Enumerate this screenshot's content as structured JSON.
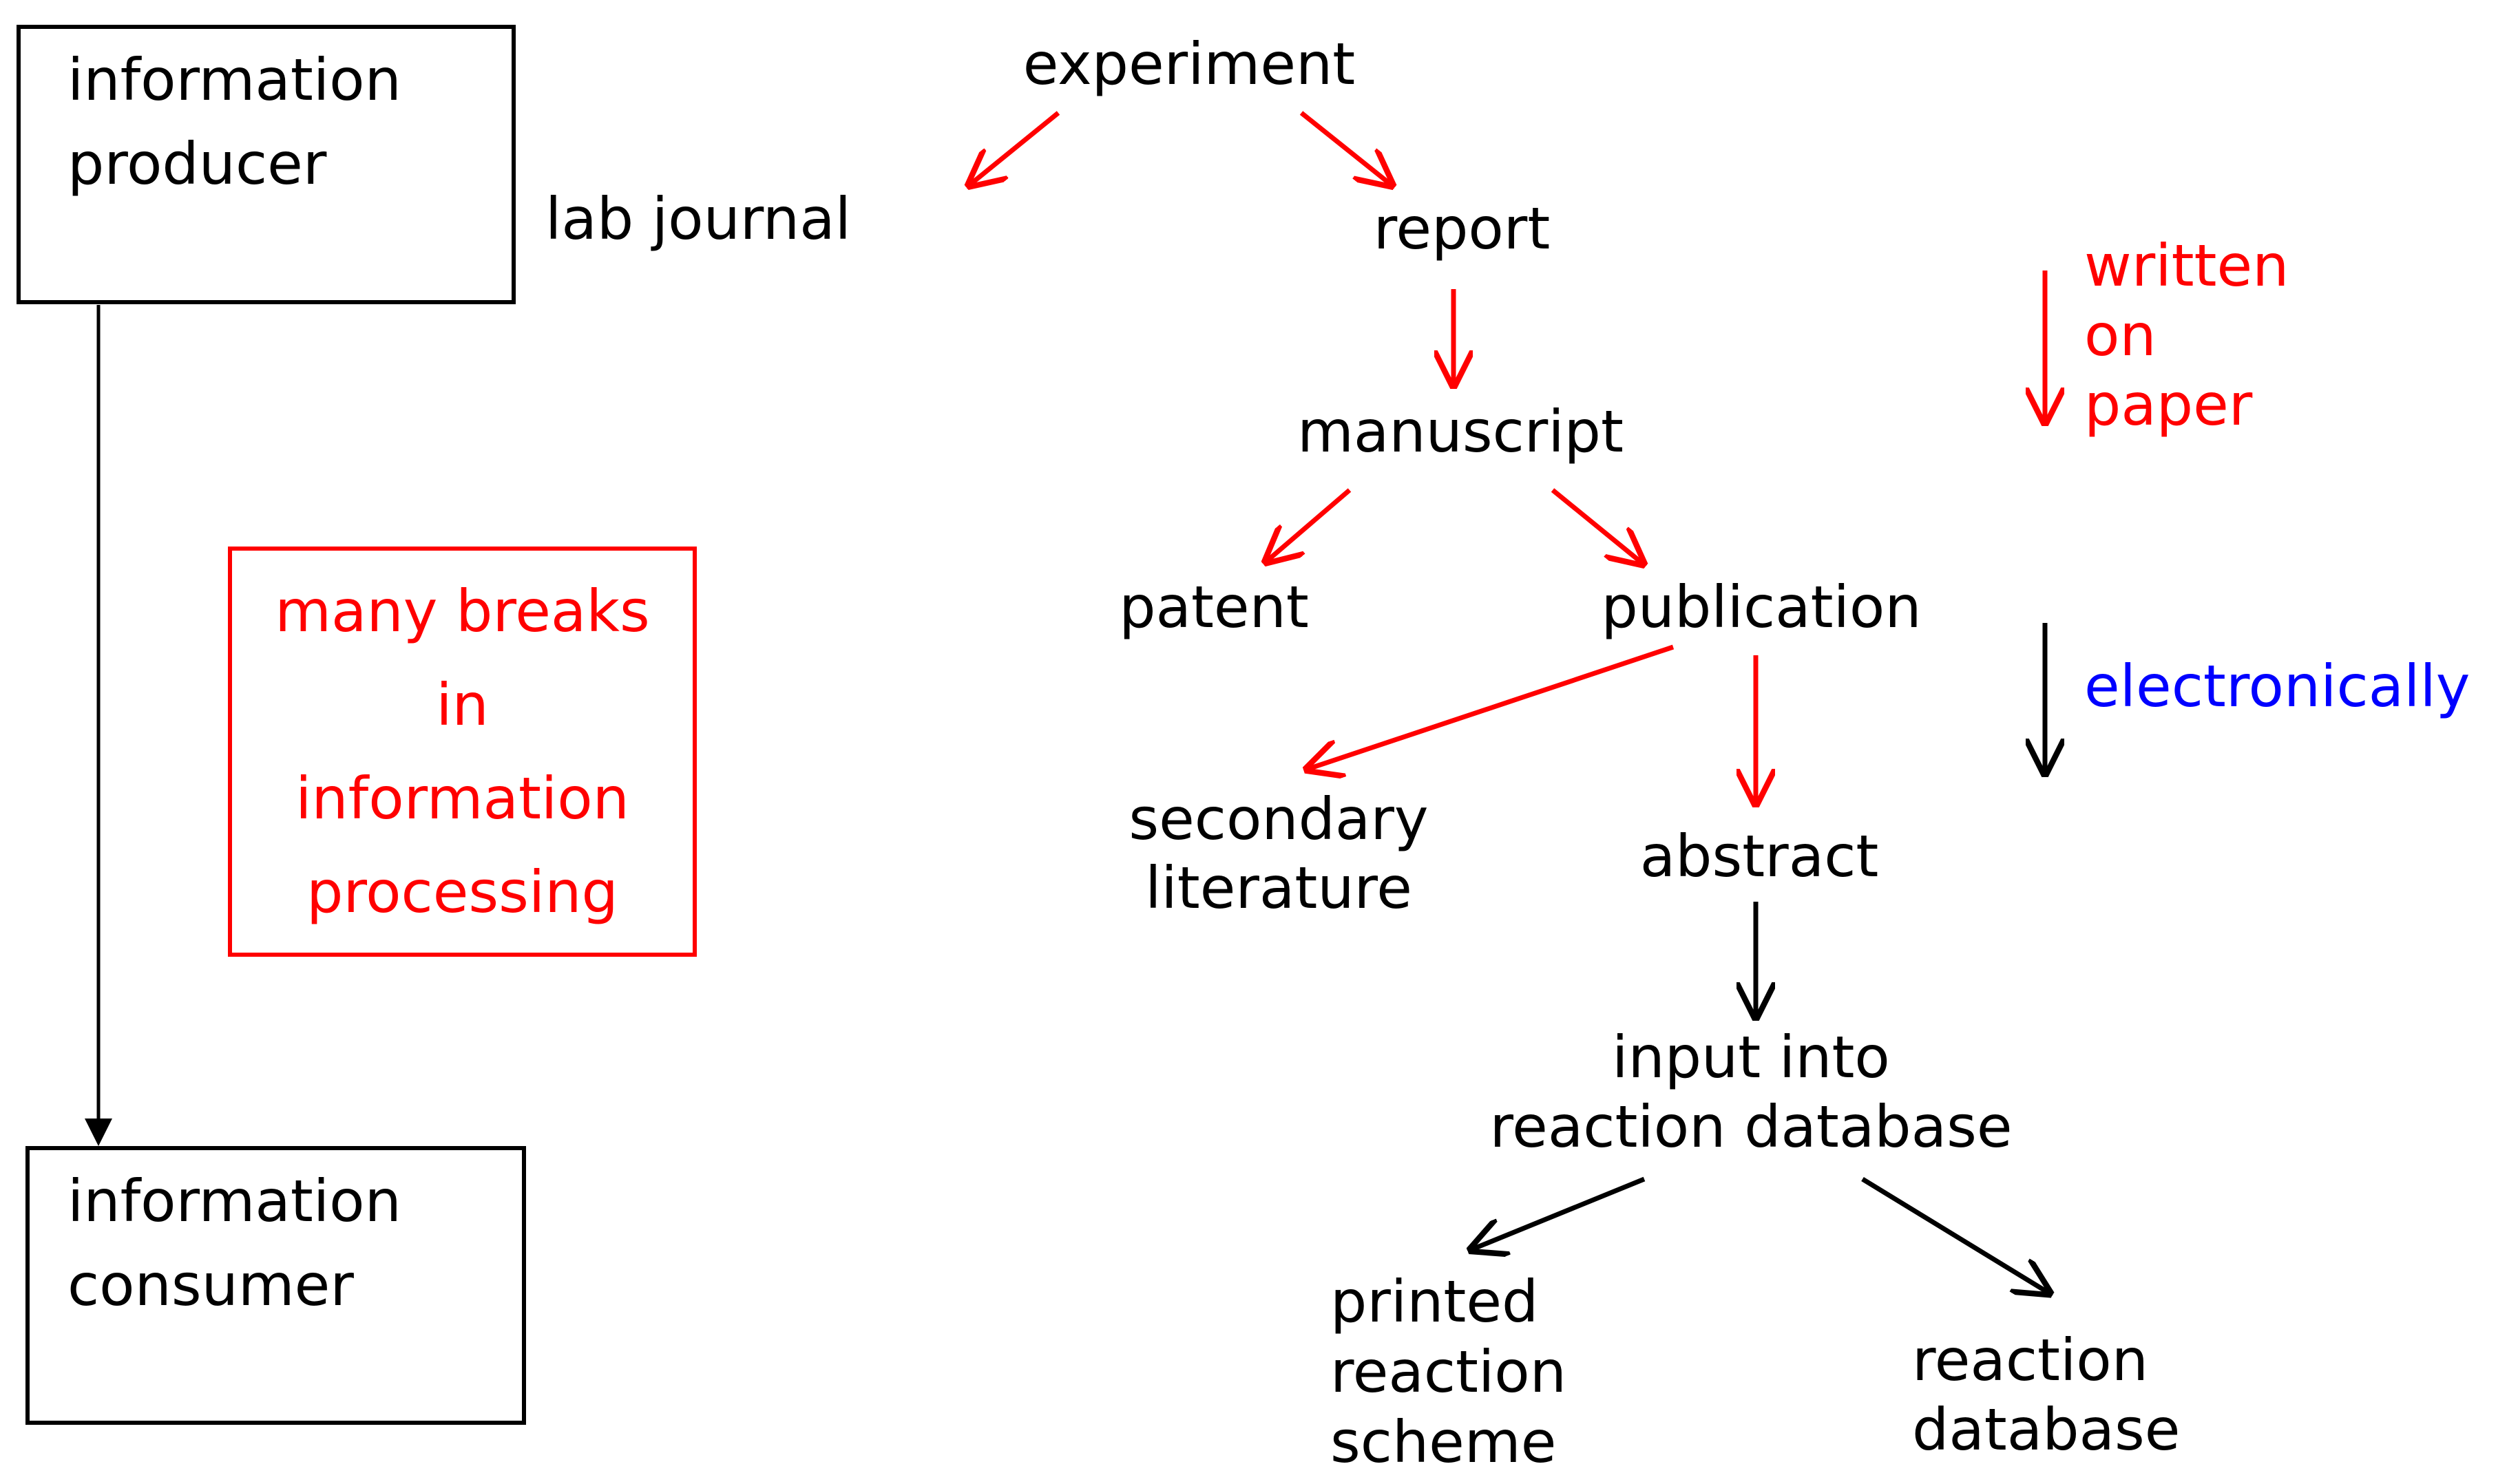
{
  "colors": {
    "red": "#ff0000",
    "black": "#000000",
    "blue": "#0000ff"
  },
  "left": {
    "producer": [
      "information",
      "producer"
    ],
    "consumer": [
      "information",
      "consumer"
    ],
    "breaks": [
      "many breaks",
      "in",
      "information",
      "processing"
    ]
  },
  "nodes": {
    "experiment": "experiment",
    "lab_journal": "lab journal",
    "report": "report",
    "manuscript": "manuscript",
    "patent": "patent",
    "publication": "publication",
    "secondary_literature": [
      "secondary",
      "literature"
    ],
    "abstract": "abstract",
    "input_db": [
      "input into",
      "reaction database"
    ],
    "printed_scheme": [
      "printed",
      "reaction",
      "scheme"
    ],
    "reaction_db": [
      "reaction",
      "database"
    ]
  },
  "legend": {
    "paper": [
      "written",
      "on",
      "paper"
    ],
    "electronic": "electronically"
  }
}
